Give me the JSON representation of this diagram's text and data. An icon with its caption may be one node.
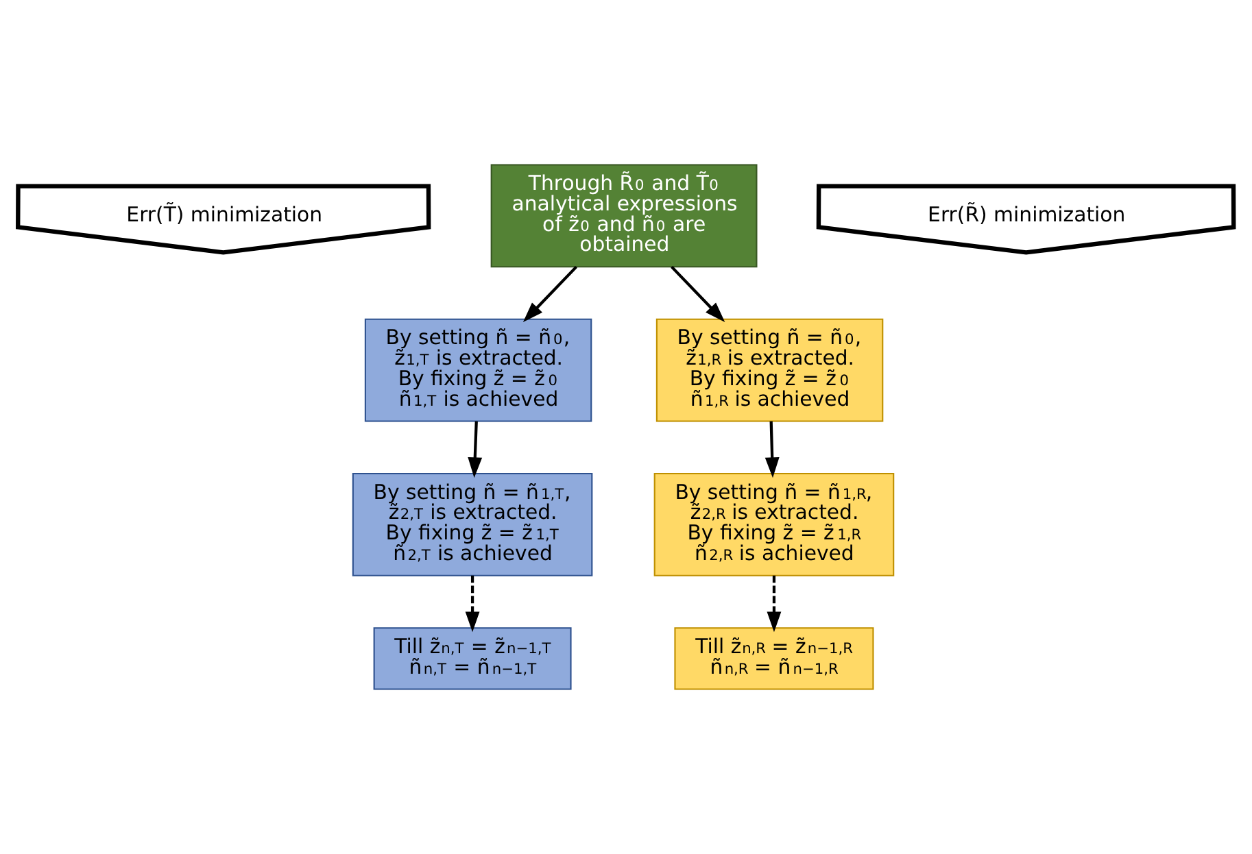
{
  "diagram": {
    "nodes": [
      {
        "text": [
          "Err(T̃) minimization"
        ]
      },
      {
        "text": [
          "Through R̃$_{0}$ and T̃$_{0}$ analytical expressions of z̃$_{0}$ and ñ$_{0}$ are obtained"
        ]
      },
      {
        "text": [
          "Err(R̃) minimization"
        ]
      },
      {
        "text": [
          "By setting ñ = ñ$_{0}$, z̃$_{1,T}$ is extracted. By fixing z̃ = z̃$_{0}$ ñ$_{1,T}$ is achieved"
        ]
      },
      {
        "text": [
          "By setting ñ = ñ$_{1,T}$, z̃$_{2,T}$ is extracted. By fixing z̃ = z̃$_{1,T}$ ñ$_{2,T}$ is achieved"
        ]
      },
      {
        "text": [
          "Till z̃$_{n,T}$ = z̃$_{n−1,T}$ ñ$_{n,T}$ = ñ$_{n−1,T}$"
        ]
      },
      {
        "text": [
          "By setting ñ = ñ$_{0}$, z̃$_{1,R}$ is extracted. By fixing z̃ = z̃$_{0}$ ñ$_{1,R}$ is achieved"
        ]
      },
      {
        "text": [
          "By setting ñ = ñ$_{1,R}$, z̃$_{2,R}$ is extracted. By fixing z̃ = z̃$_{1,R}$ ñ$_{2,R}$ is achieved"
        ]
      },
      {
        "text": [
          "Till z̃$_{n,R}$ = z̃$_{n−1,R}$ ñ$_{n,R}$ = ñ$_{n−1,R}$"
        ]
      }
    ],
    "edges": [
      {
        "from": 1,
        "to": 3,
        "arrow": "to"
      },
      {
        "from": 1,
        "to": 6,
        "arrow": "to"
      },
      {
        "from": 3,
        "to": 4,
        "arrow": "to"
      },
      {
        "from": 4,
        "to": 5,
        "arrow": "to",
        "style": "dashed"
      },
      {
        "from": 6,
        "to": 7,
        "arrow": "to"
      },
      {
        "from": 7,
        "to": 8,
        "arrow": "to",
        "style": "dashed"
      }
    ]
  }
}
